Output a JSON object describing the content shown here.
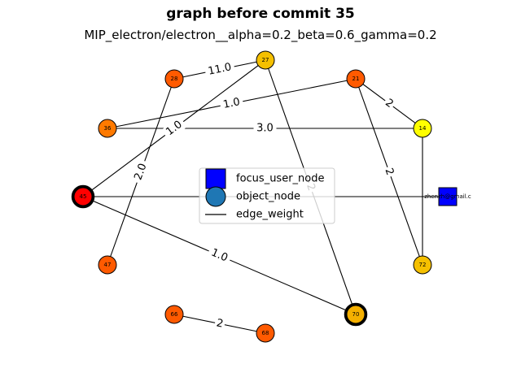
{
  "title": "graph before commit 35",
  "subtitle": "MIP_electron/electron__alpha=0.2_beta=0.6_gamma=0.2",
  "nodes": [
    {
      "id": "27",
      "label": "27",
      "color": "#f5c000",
      "shape": "circle",
      "highlight": false
    },
    {
      "id": "28",
      "label": "28",
      "color": "#ff5a00",
      "shape": "circle",
      "highlight": false
    },
    {
      "id": "21",
      "label": "21",
      "color": "#ff5a00",
      "shape": "circle",
      "highlight": false
    },
    {
      "id": "36",
      "label": "36",
      "color": "#ff7a00",
      "shape": "circle",
      "highlight": false
    },
    {
      "id": "14",
      "label": "14",
      "color": "#ffff00",
      "shape": "circle",
      "highlight": false
    },
    {
      "id": "45",
      "label": "45",
      "color": "#ff0000",
      "shape": "circle",
      "highlight": true
    },
    {
      "id": "user",
      "label": "zhenzh@gmail.c",
      "color": "#0000ff",
      "shape": "square",
      "highlight": false
    },
    {
      "id": "47",
      "label": "47",
      "color": "#ff5a00",
      "shape": "circle",
      "highlight": false
    },
    {
      "id": "72",
      "label": "72",
      "color": "#f5c000",
      "shape": "circle",
      "highlight": false
    },
    {
      "id": "70",
      "label": "70",
      "color": "#f5b000",
      "shape": "circle",
      "highlight": true
    },
    {
      "id": "66",
      "label": "66",
      "color": "#ff5a00",
      "shape": "circle",
      "highlight": false
    },
    {
      "id": "68",
      "label": "68",
      "color": "#ff5a00",
      "shape": "circle",
      "highlight": false
    }
  ],
  "edges": [
    {
      "source": "28",
      "target": "27",
      "label": "11.0"
    },
    {
      "source": "36",
      "target": "21",
      "label": "1.0"
    },
    {
      "source": "45",
      "target": "27",
      "label": "1.0"
    },
    {
      "source": "36",
      "target": "14",
      "label": "3.0"
    },
    {
      "source": "21",
      "target": "14",
      "label": "2"
    },
    {
      "source": "21",
      "target": "72",
      "label": "2"
    },
    {
      "source": "28",
      "target": "47",
      "label": "2.0"
    },
    {
      "source": "27",
      "target": "70",
      "label": "2"
    },
    {
      "source": "45",
      "target": "user",
      "label": ""
    },
    {
      "source": "14",
      "target": "72",
      "label": ""
    },
    {
      "source": "45",
      "target": "70",
      "label": "1.0"
    },
    {
      "source": "66",
      "target": "68",
      "label": "2"
    }
  ],
  "legend": {
    "items": [
      {
        "label": "focus_user_node",
        "kind": "square",
        "color": "#0000ff"
      },
      {
        "label": "object_node",
        "kind": "circle",
        "color": "#1f77b4"
      },
      {
        "label": "edge_weight",
        "kind": "line",
        "color": "#000000"
      }
    ]
  }
}
